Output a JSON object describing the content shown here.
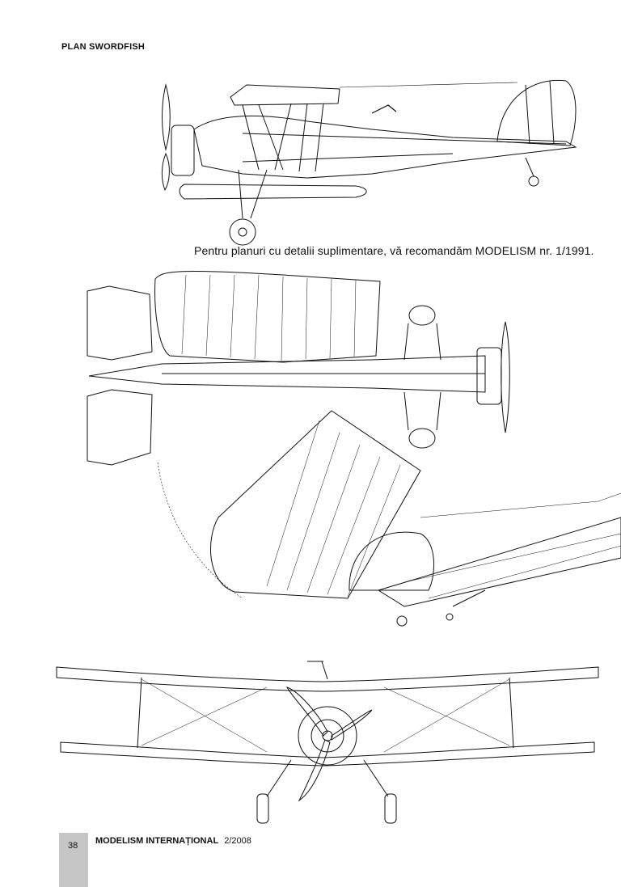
{
  "header": {
    "title": "PLAN SWORDFISH"
  },
  "caption": {
    "text": "Pentru planuri cu detalii suplimentare, vă recomandăm MODELISM nr. 1/1991."
  },
  "footer": {
    "page_number": "38",
    "magazine_name": "MODELISM INTERNAȚIONAL",
    "issue": "2/2008"
  },
  "colors": {
    "ink": "#111111",
    "footer_bar": "#c6c6c6",
    "background": "#ffffff"
  }
}
